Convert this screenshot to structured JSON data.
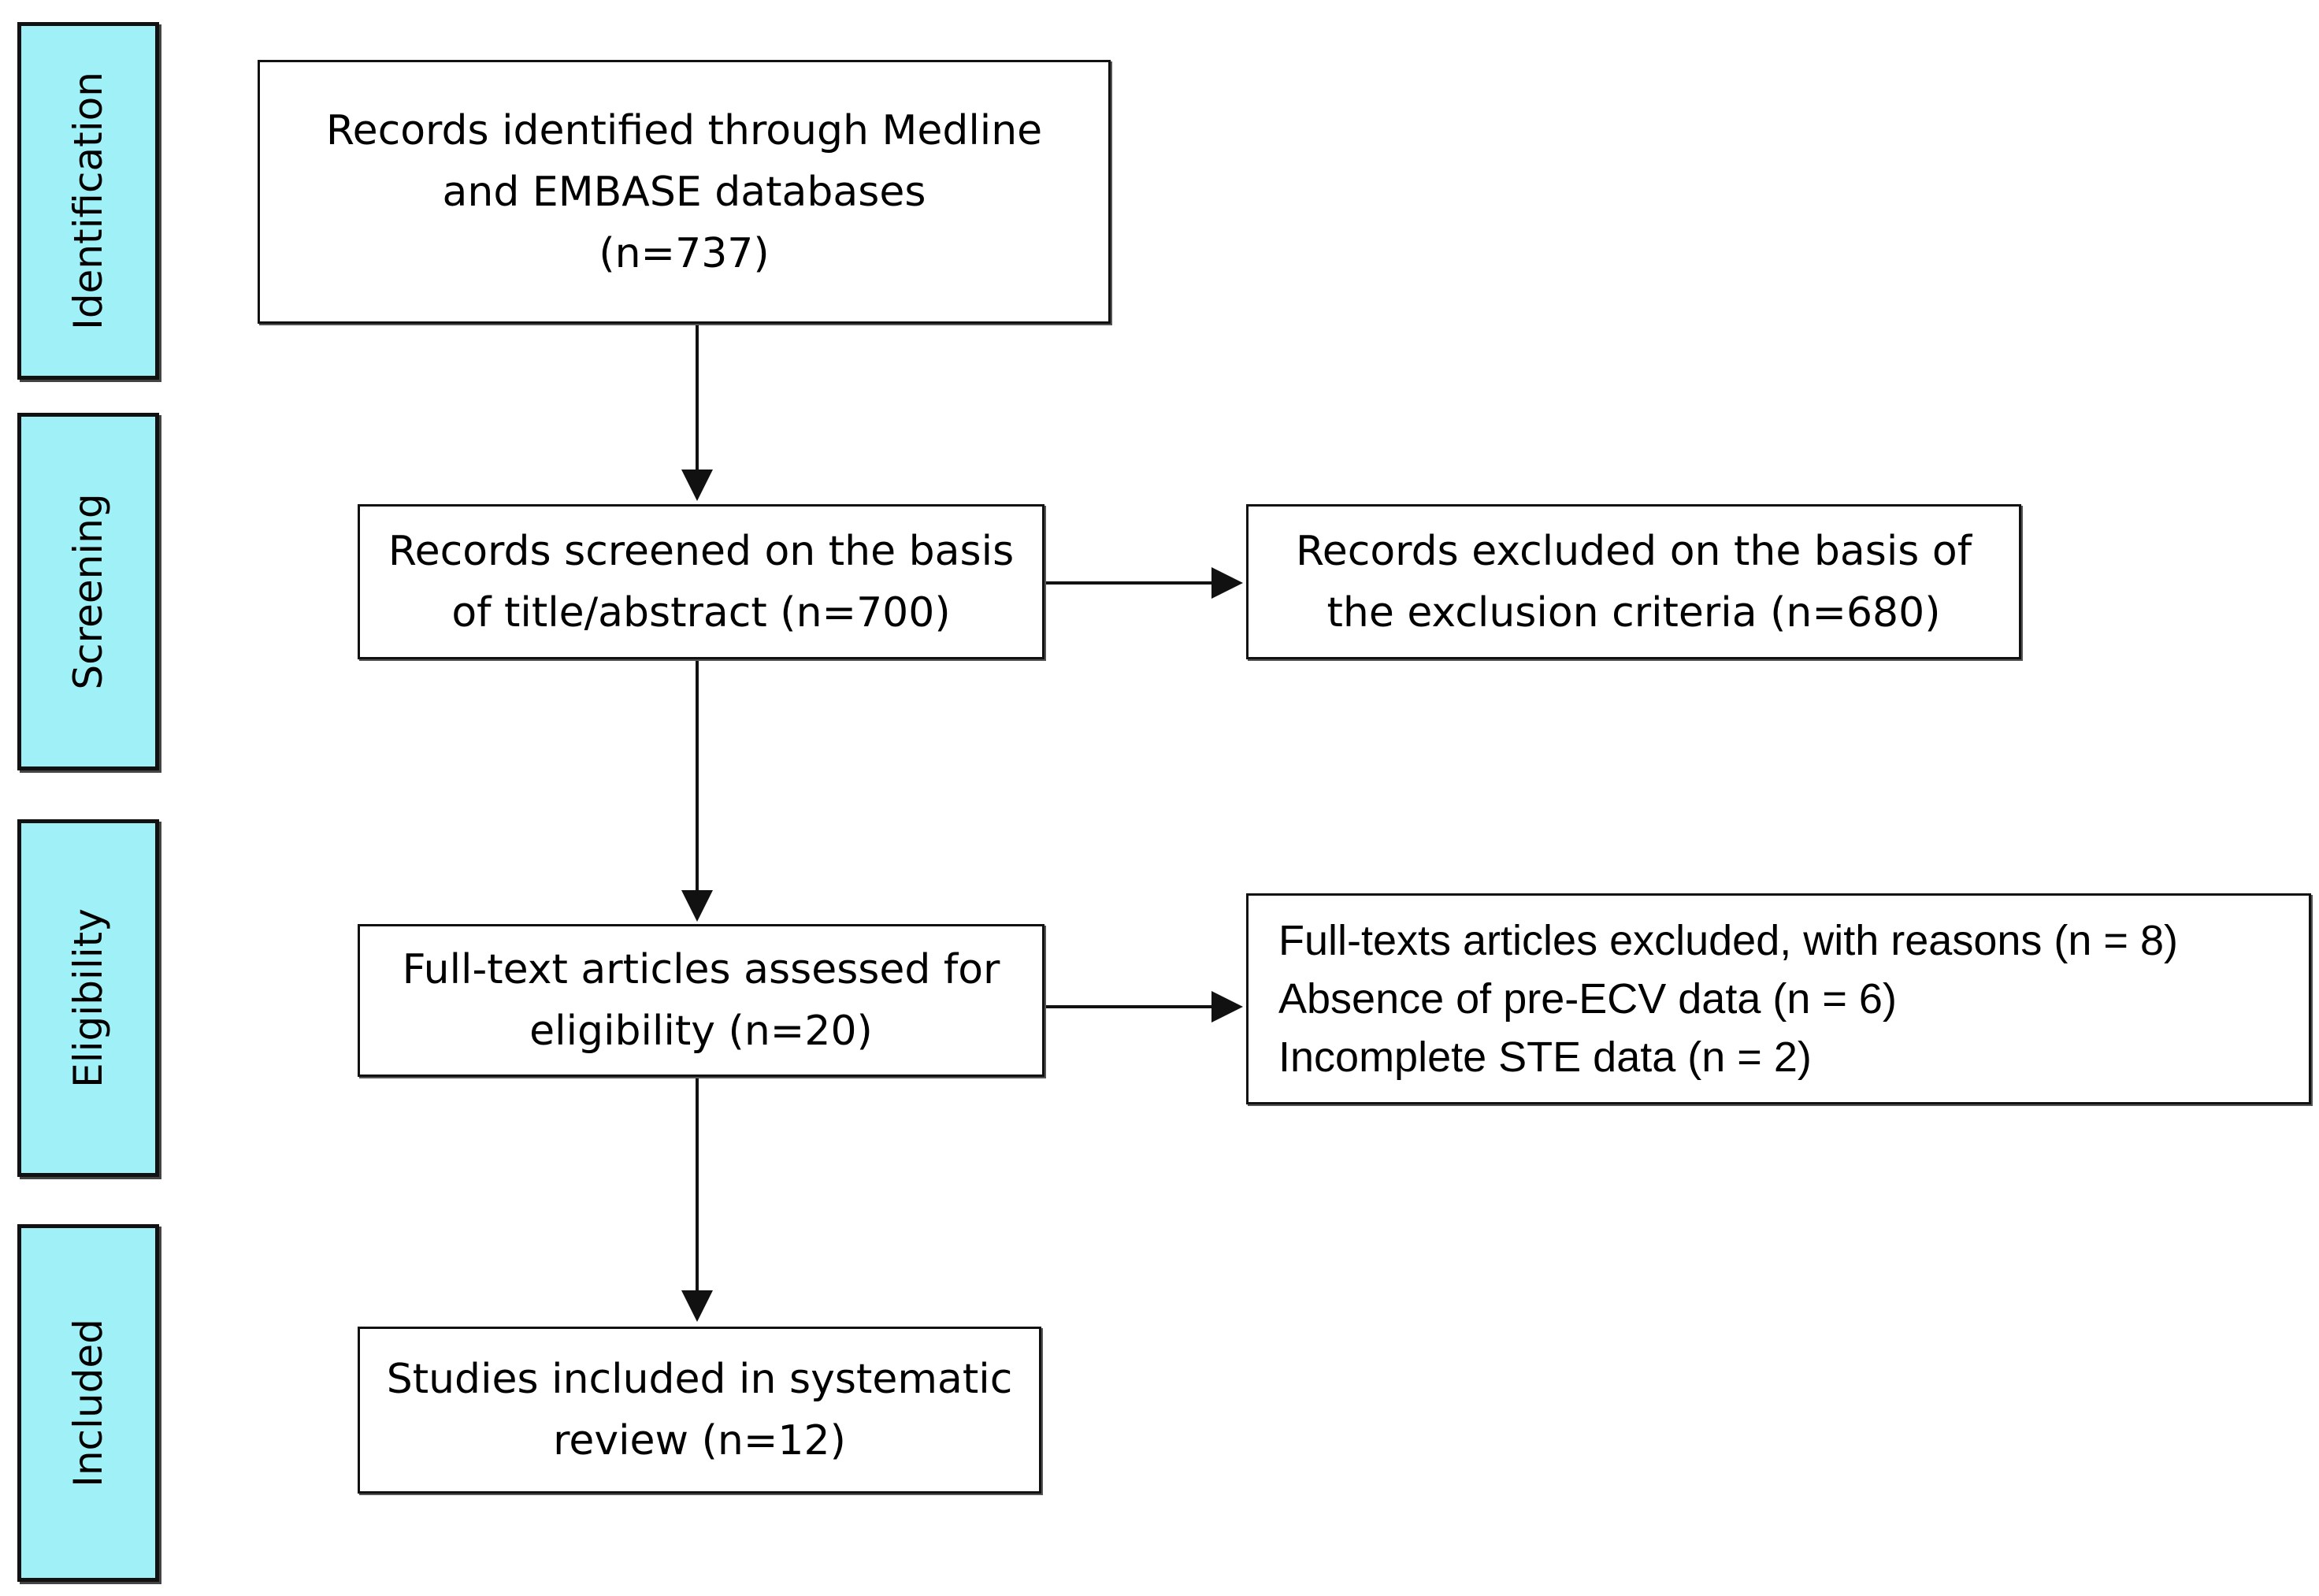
{
  "stages": [
    {
      "id": "identification",
      "label": "Identification"
    },
    {
      "id": "screening",
      "label": "Screening"
    },
    {
      "id": "eligibility",
      "label": "Eligibility"
    },
    {
      "id": "included",
      "label": "Included"
    }
  ],
  "boxes": {
    "identified": {
      "lines": [
        "Records identified through Medline",
        "and EMBASE databases",
        "(n=737)"
      ]
    },
    "screened": {
      "lines": [
        "Records screened on the basis",
        "of title/abstract (n=700)"
      ]
    },
    "excluded_criteria": {
      "lines": [
        "Records excluded on the basis of",
        "the exclusion criteria (n=680)"
      ]
    },
    "fulltext_assessed": {
      "lines": [
        "Full-text articles assessed for",
        "eligibility (n=20)"
      ]
    },
    "fulltext_excluded": {
      "lines": [
        "Full-texts articles excluded, with reasons (n = 8)",
        "Absence of pre-ECV data (n = 6)",
        "Incomplete STE data (n = 2)"
      ]
    },
    "included": {
      "lines": [
        "Studies included in systematic",
        "review (n=12)"
      ]
    }
  },
  "colors": {
    "stage_fill": "#9ff1f7",
    "border": "#111111"
  }
}
